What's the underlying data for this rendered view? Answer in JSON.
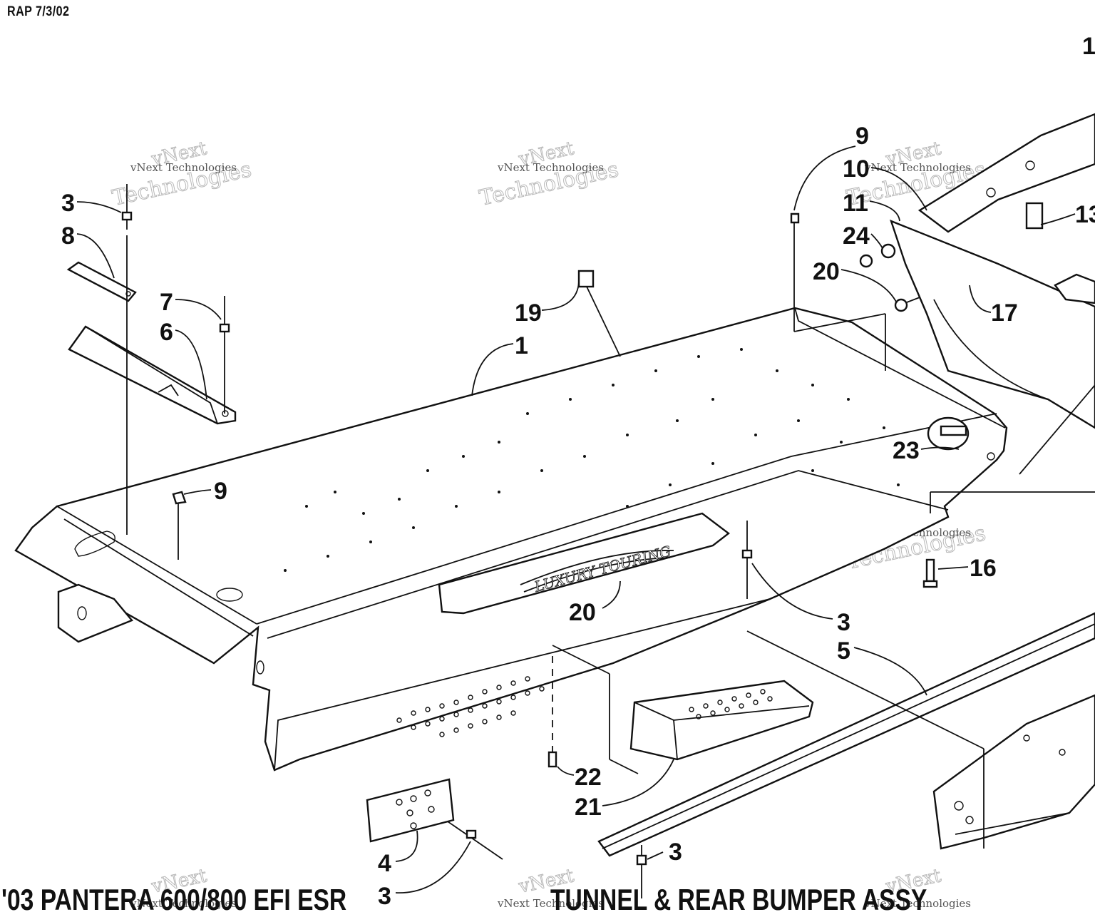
{
  "header": {
    "code": "RAP 7/3/02",
    "corner_number": "1"
  },
  "footer": {
    "model_title": "'03 PANTERA 600/800 EFI ESR",
    "assembly_title": "TUNNEL & REAR BUMPER ASSY"
  },
  "decal": {
    "text": "LUXURY TOURING"
  },
  "watermark": {
    "line1": "vNext",
    "line2": "Technologies",
    "small": "vNext Technologies"
  },
  "callouts": [
    {
      "id": "c3a",
      "label": "3"
    },
    {
      "id": "c8",
      "label": "8"
    },
    {
      "id": "c7",
      "label": "7"
    },
    {
      "id": "c6",
      "label": "6"
    },
    {
      "id": "c9a",
      "label": "9"
    },
    {
      "id": "c19",
      "label": "19"
    },
    {
      "id": "c1",
      "label": "1"
    },
    {
      "id": "c9b",
      "label": "9"
    },
    {
      "id": "c10",
      "label": "10"
    },
    {
      "id": "c11",
      "label": "11"
    },
    {
      "id": "c24",
      "label": "24"
    },
    {
      "id": "c20a",
      "label": "20"
    },
    {
      "id": "c17",
      "label": "17"
    },
    {
      "id": "c13",
      "label": "13"
    },
    {
      "id": "c23",
      "label": "23"
    },
    {
      "id": "c16",
      "label": "16"
    },
    {
      "id": "c3b",
      "label": "3"
    },
    {
      "id": "c5",
      "label": "5"
    },
    {
      "id": "c20b",
      "label": "20"
    },
    {
      "id": "c22",
      "label": "22"
    },
    {
      "id": "c21",
      "label": "21"
    },
    {
      "id": "c4",
      "label": "4"
    },
    {
      "id": "c3c",
      "label": "3"
    },
    {
      "id": "c3d",
      "label": "3"
    }
  ]
}
